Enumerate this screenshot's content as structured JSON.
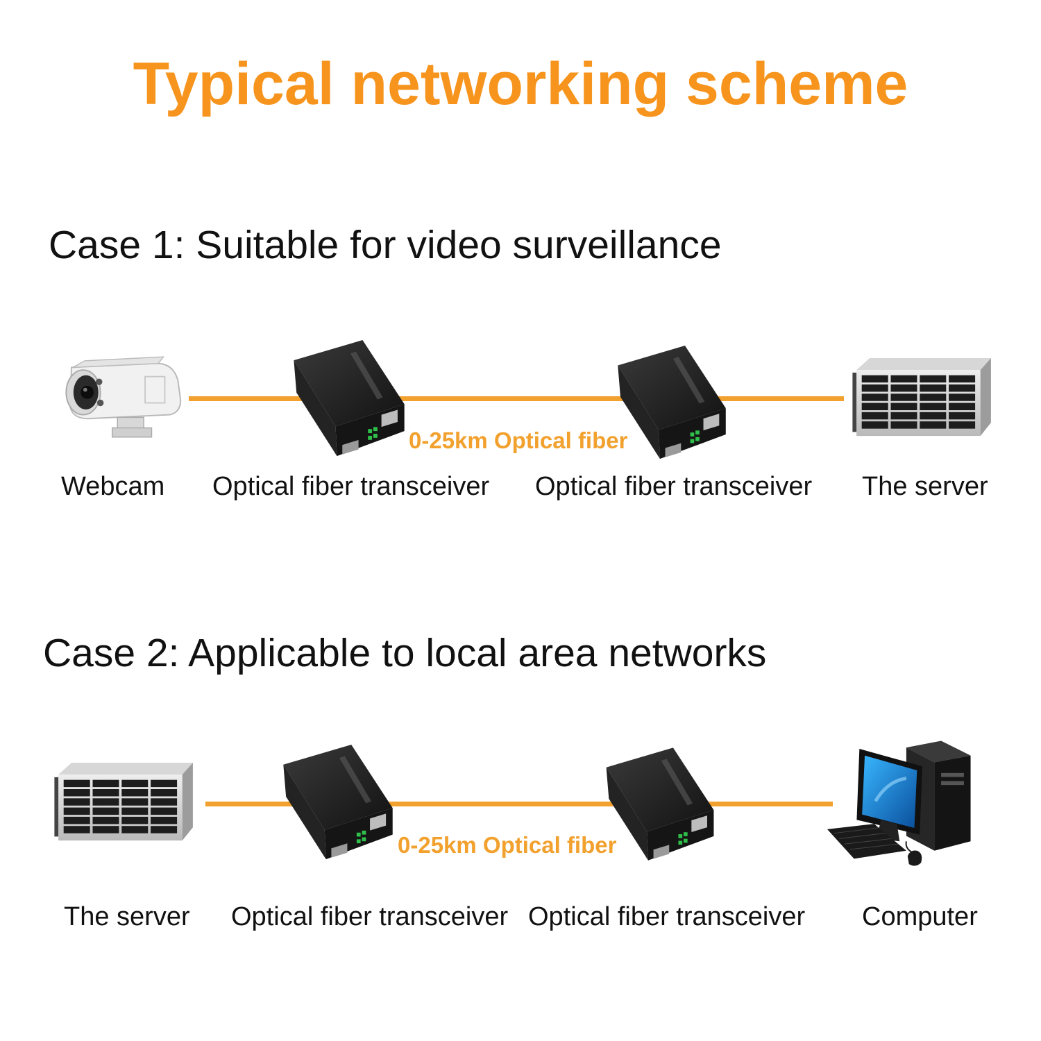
{
  "title": "Typical networking scheme",
  "colors": {
    "accent": "#F7941D",
    "link": "#F2A12E",
    "device_dark": "#1b1b1b",
    "led_green": "#2fbf4a"
  },
  "cases": [
    {
      "heading": "Case 1: Suitable for video surveillance",
      "fiber_label": "0-25km Optical fiber",
      "nodes": [
        {
          "label": "Webcam",
          "icon": "camera-icon"
        },
        {
          "label": "Optical fiber transceiver",
          "icon": "media-converter-icon"
        },
        {
          "label": "Optical fiber transceiver",
          "icon": "media-converter-icon"
        },
        {
          "label": "The server",
          "icon": "server-icon"
        }
      ]
    },
    {
      "heading": "Case 2: Applicable to local area networks",
      "fiber_label": "0-25km Optical fiber",
      "nodes": [
        {
          "label": "The server",
          "icon": "server-icon"
        },
        {
          "label": "Optical fiber transceiver",
          "icon": "media-converter-icon"
        },
        {
          "label": "Optical fiber transceiver",
          "icon": "media-converter-icon"
        },
        {
          "label": "Computer",
          "icon": "computer-icon"
        }
      ]
    }
  ]
}
